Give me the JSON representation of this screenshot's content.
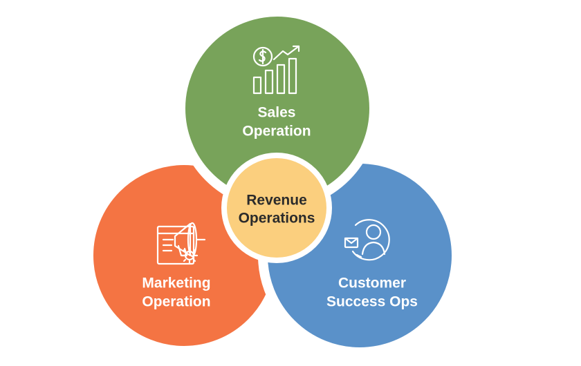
{
  "diagram": {
    "center": {
      "line1": "Revenue",
      "line2": "Operations",
      "color": "#FBCF7E"
    },
    "sales": {
      "line1": "Sales",
      "line2": "Operation",
      "icon": "dollar-growth-chart-icon",
      "color": "#78A35A"
    },
    "marketing": {
      "line1": "Marketing",
      "line2": "Operation",
      "icon": "megaphone-gear-icon",
      "color": "#F47443"
    },
    "customer": {
      "line1": "Customer",
      "line2": "Success Ops",
      "icon": "customer-profile-icon",
      "color": "#5A91C9"
    },
    "gap_color": "#FFFFFF"
  }
}
